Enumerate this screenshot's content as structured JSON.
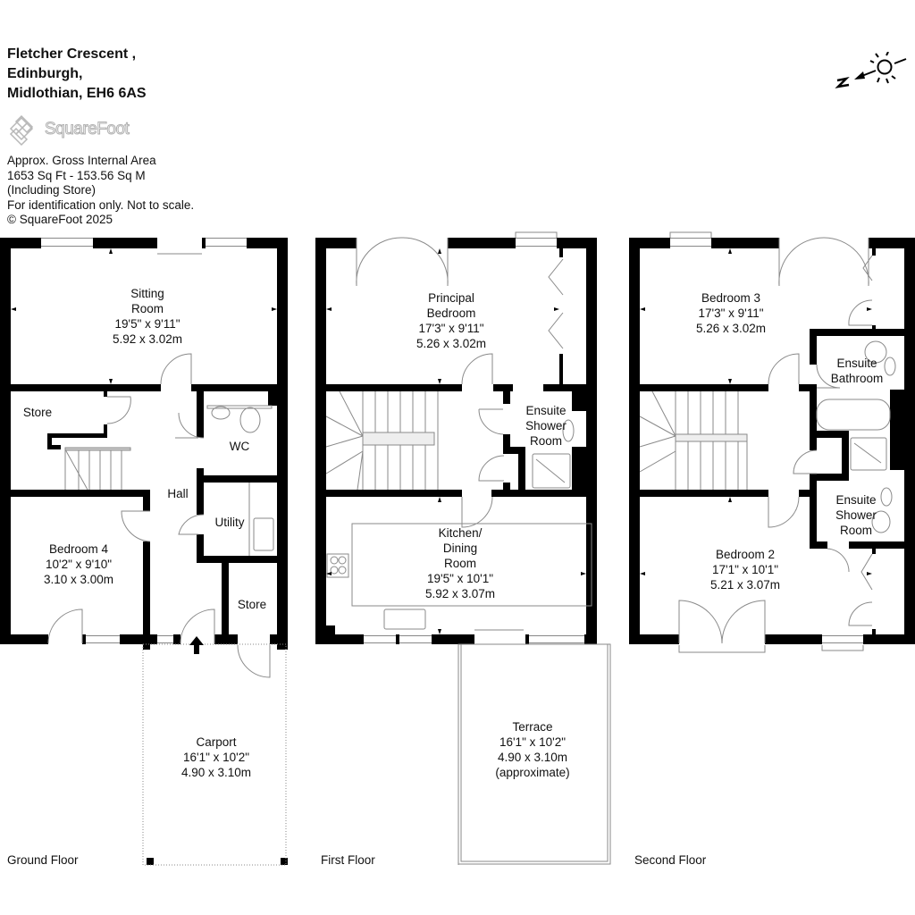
{
  "header": {
    "address_lines": [
      "Fletcher Crescent ,",
      "Edinburgh,",
      "Midlothian, EH6 6AS"
    ],
    "logo_text": "SquareFoot",
    "info_lines": [
      "Approx. Gross Internal Area",
      "1653 Sq Ft  -  153.56 Sq M",
      "(Including Store)",
      "For identification only. Not to scale.",
      "© SquareFoot 2025"
    ]
  },
  "compass": {
    "icon": "north-sun-compass-icon",
    "north_label": "N"
  },
  "floors": [
    {
      "label": "Ground Floor",
      "rooms": [
        {
          "name_lines": [
            "Sitting",
            "Room"
          ],
          "imperial": "19'5\" x 9'11\"",
          "metric": "5.92 x 3.02m"
        },
        {
          "name_lines": [
            "Store"
          ]
        },
        {
          "name_lines": [
            "WC"
          ]
        },
        {
          "name_lines": [
            "Hall"
          ]
        },
        {
          "name_lines": [
            "Utility"
          ]
        },
        {
          "name_lines": [
            "Bedroom 4"
          ],
          "imperial": "10'2\" x 9'10\"",
          "metric": "3.10 x 3.00m"
        },
        {
          "name_lines": [
            "Store"
          ]
        },
        {
          "name_lines": [
            "Carport"
          ],
          "imperial": "16'1\" x 10'2\"",
          "metric": "4.90 x 3.10m"
        }
      ]
    },
    {
      "label": "First Floor",
      "rooms": [
        {
          "name_lines": [
            "Principal",
            "Bedroom"
          ],
          "imperial": "17'3\" x 9'11\"",
          "metric": "5.26 x 3.02m"
        },
        {
          "name_lines": [
            "Ensuite",
            "Shower",
            "Room"
          ]
        },
        {
          "name_lines": [
            "Kitchen/",
            "Dining",
            "Room"
          ],
          "imperial": "19'5\" x 10'1\"",
          "metric": "5.92 x 3.07m"
        },
        {
          "name_lines": [
            "Terrace"
          ],
          "imperial": "16'1\" x 10'2\"",
          "metric": "4.90 x 3.10m",
          "note": "(approximate)"
        }
      ]
    },
    {
      "label": "Second Floor",
      "rooms": [
        {
          "name_lines": [
            "Bedroom 3"
          ],
          "imperial": "17'3\" x 9'11\"",
          "metric": "5.26 x 3.02m"
        },
        {
          "name_lines": [
            "Ensuite",
            "Bathroom"
          ]
        },
        {
          "name_lines": [
            "Ensuite",
            "Shower",
            "Room"
          ]
        },
        {
          "name_lines": [
            "Bedroom 2"
          ],
          "imperial": "17'1\" x 10'1\"",
          "metric": "5.21 x 3.07m"
        }
      ]
    }
  ],
  "colors": {
    "wall": "#000000",
    "fixture_line": "#888888",
    "logo_grey": "#b8b8b8"
  }
}
